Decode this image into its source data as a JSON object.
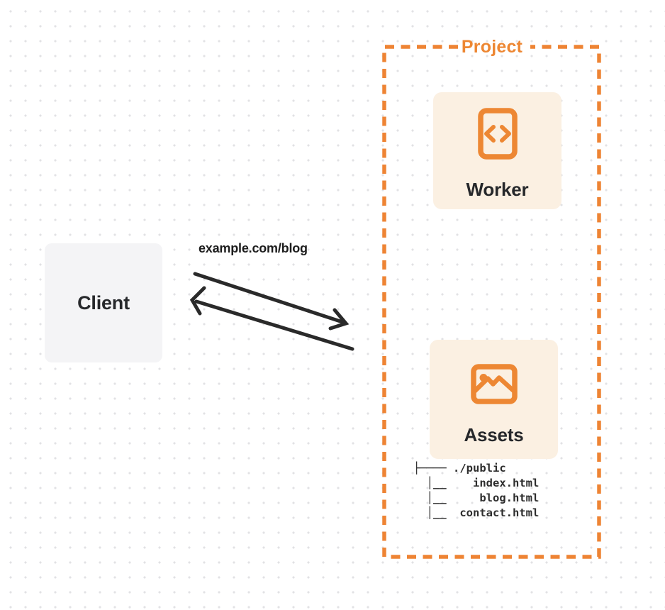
{
  "diagram": {
    "type": "architecture-diagram",
    "client": {
      "label": "Client"
    },
    "request_label": "example.com/blog",
    "project": {
      "label": "Project",
      "worker": {
        "label": "Worker",
        "icon": "code-document-icon"
      },
      "assets": {
        "label": "Assets",
        "icon": "image-icon",
        "file_tree": {
          "lines": [
            "├──── ./public",
            "  │__    index.html",
            "  │__     blog.html",
            "  │__  contact.html"
          ]
        }
      }
    },
    "colors": {
      "accent_orange": "#ED8733",
      "dashed_border_orange": "#EE8434",
      "card_background": "#FBF0E2",
      "client_background": "#F4F4F6",
      "arrow_dark": "#2A2A2A",
      "dot_grid": "#E2E2E4",
      "text_dark": "#26282B"
    }
  }
}
